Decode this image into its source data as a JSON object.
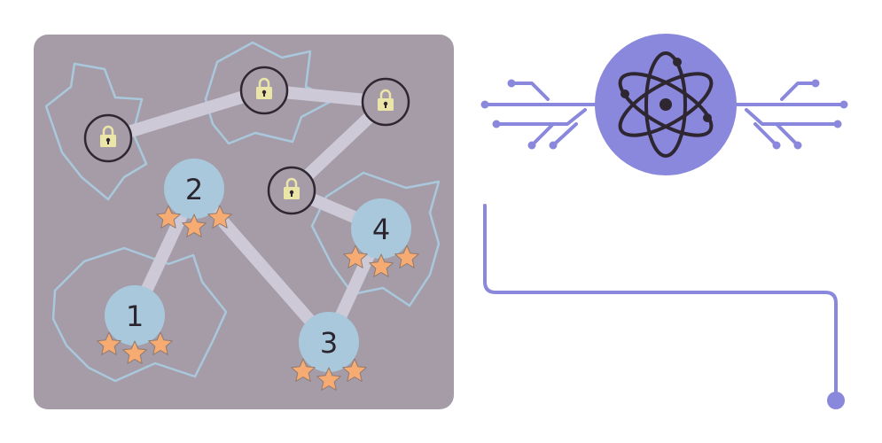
{
  "colors": {
    "background": "#ffffff",
    "map_panel": "#a59ca8",
    "region_outline": "#a9c8dc",
    "path": "#cdc9d6",
    "unlocked_node": "#a9c8dc",
    "locked_node_ring": "#2e2630",
    "padlock": "#ece5a8",
    "star": "#f5ab72",
    "star_outline": "#8f7a70",
    "node_label": "#2b2530",
    "circuit": "#8a88dc",
    "atom_core": "#8a88dc",
    "atom_lines": "#2e2630"
  },
  "levels": [
    {
      "id": "level-1",
      "label": "1",
      "state": "unlocked",
      "stars": 3
    },
    {
      "id": "level-2",
      "label": "2",
      "state": "unlocked",
      "stars": 3
    },
    {
      "id": "level-3",
      "label": "3",
      "state": "unlocked",
      "stars": 3
    },
    {
      "id": "level-4",
      "label": "4",
      "state": "unlocked",
      "stars": 3
    },
    {
      "id": "level-5",
      "label": "",
      "state": "locked",
      "stars": 0
    },
    {
      "id": "level-6",
      "label": "",
      "state": "locked",
      "stars": 0
    },
    {
      "id": "level-7",
      "label": "",
      "state": "locked",
      "stars": 0
    },
    {
      "id": "level-8",
      "label": "",
      "state": "locked",
      "stars": 0
    }
  ],
  "connections": [
    [
      "level-1",
      "level-2"
    ],
    [
      "level-2",
      "level-3"
    ],
    [
      "level-3",
      "level-4"
    ],
    [
      "level-4",
      "level-5"
    ],
    [
      "level-5",
      "level-6"
    ],
    [
      "level-6",
      "level-7"
    ],
    [
      "level-7",
      "level-8"
    ]
  ],
  "icons": {
    "emblem": "atom-icon",
    "locked_level": "padlock-icon",
    "rating": "star-icon"
  }
}
